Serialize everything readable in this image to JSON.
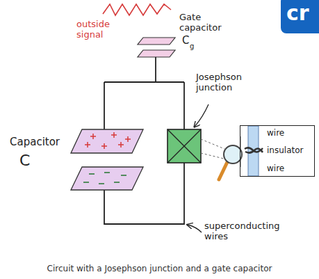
{
  "diagram": {
    "caption": "Circuit with a Josephson junction and a gate capacitor",
    "nodes": [
      {
        "text": [
          "wire",
          "insulator",
          "wire"
        ]
      }
    ],
    "labels": [
      "cr",
      "outside signal",
      "Gate capacitor",
      "C",
      "g",
      "Josephson junction",
      "Capacitor",
      "C",
      "superconducting wires"
    ]
  }
}
